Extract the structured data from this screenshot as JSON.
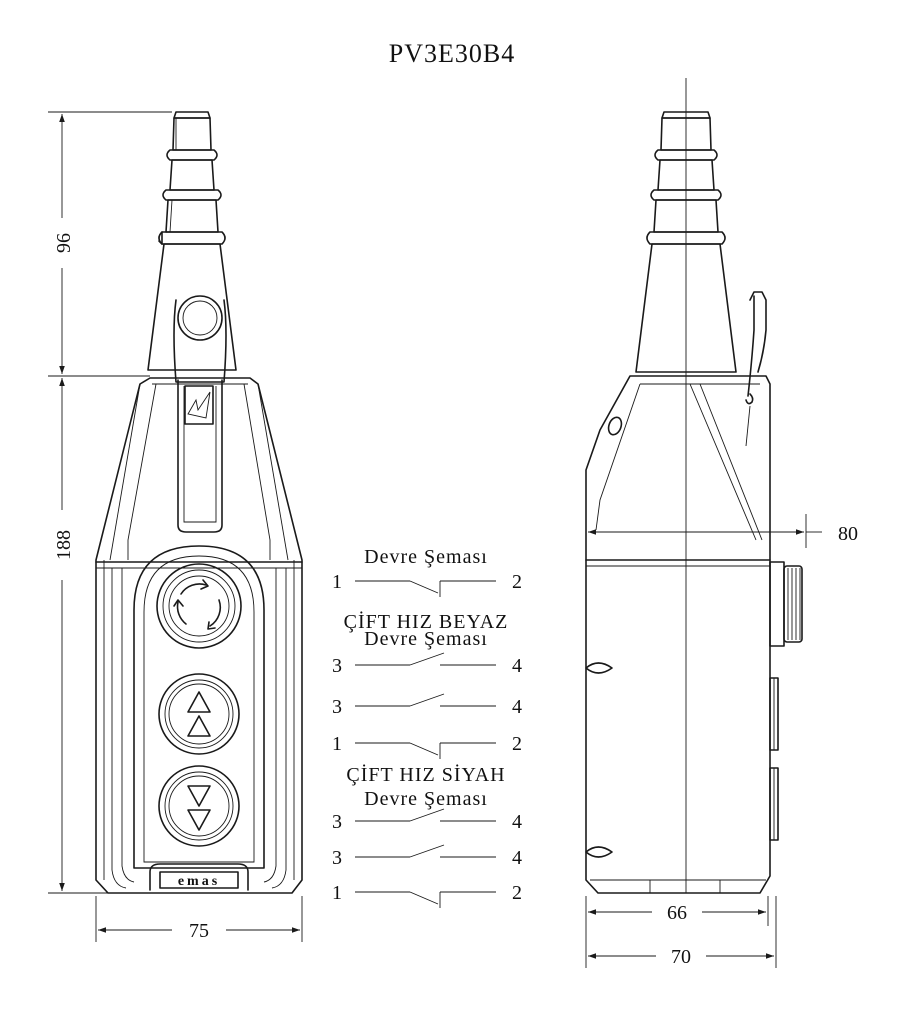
{
  "title": "PV3E30B4",
  "dimensions": {
    "height_top": "96",
    "height_body": "188",
    "width_front": "75",
    "width_side": "80",
    "depth_inner": "66",
    "depth_outer": "70"
  },
  "schematics": [
    {
      "heading": "Devre Şeması",
      "contacts": [
        {
          "left": "1",
          "right": "2",
          "type": "nc"
        }
      ]
    },
    {
      "heading_line1": "ÇİFT HIZ BEYAZ",
      "heading": "Devre Şeması",
      "contacts": [
        {
          "left": "3",
          "right": "4",
          "type": "no"
        },
        {
          "left": "3",
          "right": "4",
          "type": "no"
        },
        {
          "left": "1",
          "right": "2",
          "type": "nc"
        }
      ]
    },
    {
      "heading_line1": "ÇİFT HIZ SİYAH",
      "heading": "Devre Şeması",
      "contacts": [
        {
          "left": "3",
          "right": "4",
          "type": "no"
        },
        {
          "left": "3",
          "right": "4",
          "type": "no"
        },
        {
          "left": "1",
          "right": "2",
          "type": "nc"
        }
      ]
    }
  ],
  "brand": "emas",
  "colors": {
    "stroke": "#1a1a1a",
    "background": "#ffffff"
  }
}
